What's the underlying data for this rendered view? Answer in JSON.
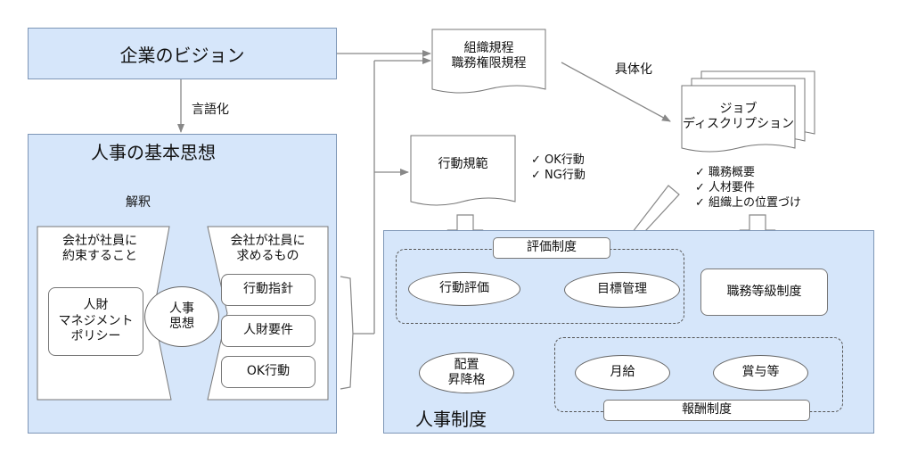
{
  "vision": "企業のビジョン",
  "verbalize": "言語化",
  "basic_philosophy": "人事の基本思想",
  "interpretation": "解釈",
  "promise_label": "会社が社員に\n約束すること",
  "demand_label": "会社が社員に\n求めるもの",
  "policy": "人財\nマネジメント\nポリシー",
  "hr_thought": "人事\n思想",
  "demand_items": [
    "行動指針",
    "人財要件",
    "OK行動"
  ],
  "org_rules": "組織規程\n職務権限規程",
  "concretize": "具体化",
  "job_description": "ジョブ\nディスクリプション",
  "job_desc_items": [
    "職務概要",
    "人材要件",
    "組織上の位置づけ"
  ],
  "conduct_code": "行動規範",
  "conduct_items": [
    "OK行動",
    "NG行動"
  ],
  "hr_system": "人事制度",
  "evaluation_system": "評価制度",
  "behavior_eval": "行動評価",
  "goal_mgmt": "目標管理",
  "job_grade": "職務等級制度",
  "placement": "配置\n昇降格",
  "salary": "月給",
  "bonus": "賞与等",
  "compensation": "報酬制度",
  "colors": {
    "panel": "#d6e6fa",
    "panel_border": "#7d96b6",
    "curl_arrow": "#8b4a1c"
  }
}
